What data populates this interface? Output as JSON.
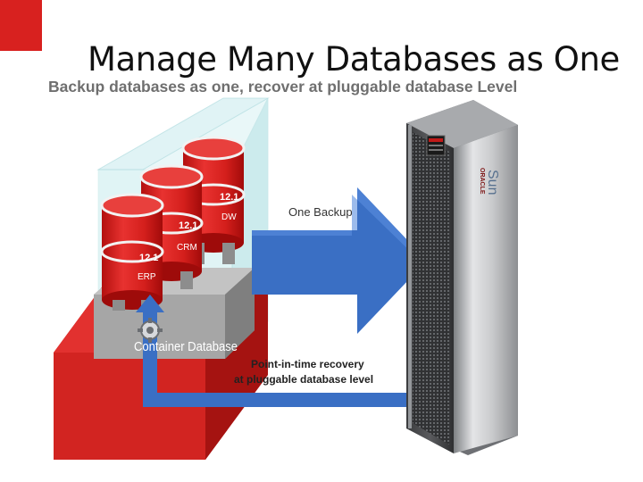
{
  "slide": {
    "title": "Manage Many Databases as One",
    "subtitle": "Backup databases as one, recover at pluggable database Level"
  },
  "diagram": {
    "databases": [
      {
        "name": "DW",
        "version": "12.1"
      },
      {
        "name": "CRM",
        "version": "12.1"
      },
      {
        "name": "ERP",
        "version": "12.1"
      }
    ],
    "container_label": "Container Database",
    "backup_label": "One Backup",
    "recovery_label_line1": "Point-in-time recovery",
    "recovery_label_line2": "at pluggable database level",
    "server_brand_1": "Sun",
    "server_brand_2": "ORACLE",
    "colors": {
      "accent_red": "#d8211f",
      "arrow_blue": "#3a6fc4",
      "glass_cyan": "#bfe7ea",
      "container_grey": "#a6a6a6"
    }
  }
}
